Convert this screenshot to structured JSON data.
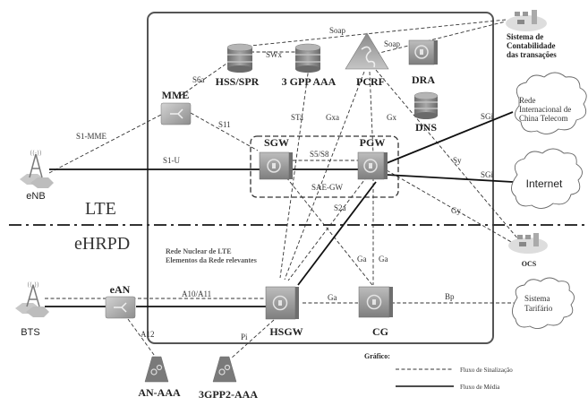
{
  "nodes": {
    "hss": "HSS/SPR",
    "aaa3gpp": "3 GPP AAA",
    "pcrf": "PCRF",
    "dra": "DRA",
    "dns": "DNS",
    "mme": "MME",
    "sgw": "SGW",
    "pgw": "PGW",
    "enb": "eNB",
    "ean": "eAN",
    "bts": "BTS",
    "hsgw": "HSGW",
    "cg": "CG",
    "anaaa": "AN-AAA",
    "aaa3gpp2": "3GPP2-AAA",
    "ocs": "OCS",
    "accounting": [
      "Sistema de",
      "Contabilidade",
      "das transações"
    ],
    "china_telecom": [
      "Rede",
      "Internacional de",
      "China Telecom"
    ],
    "internet": "Internet",
    "billing": [
      "Sistema",
      "Tarifário"
    ]
  },
  "interfaces": {
    "soap1": "Soap",
    "soap2": "Soap",
    "swx": "SWx",
    "s6a": "S6a",
    "s11": "S11",
    "s1mme": "S1-MME",
    "s1u": "S1-U",
    "sta": "STa",
    "gxa": "Gxa",
    "gx": "Gx",
    "s5s8": "S5/S8",
    "saegw": "SAE-GW",
    "s2a": "S2a",
    "sgi1": "SGi",
    "sgi2": "SGi",
    "sy": "Sy",
    "gy": "Gy",
    "ga1": "Ga",
    "ga2": "Ga",
    "ga3": "Ga",
    "a10a11": "A10/A11",
    "a12": "A12",
    "pi": "Pi",
    "bp": "Bp"
  },
  "regions": {
    "lte": "LTE",
    "ehrpd": "eHRPD",
    "core_note": [
      "Rede Nuclear de LTE",
      "Elementos da Rede relevantes"
    ]
  },
  "legend": {
    "title": "Gráfico:",
    "signaling": "Fluxo de Sinalização",
    "media": "Fluxo de Média"
  }
}
